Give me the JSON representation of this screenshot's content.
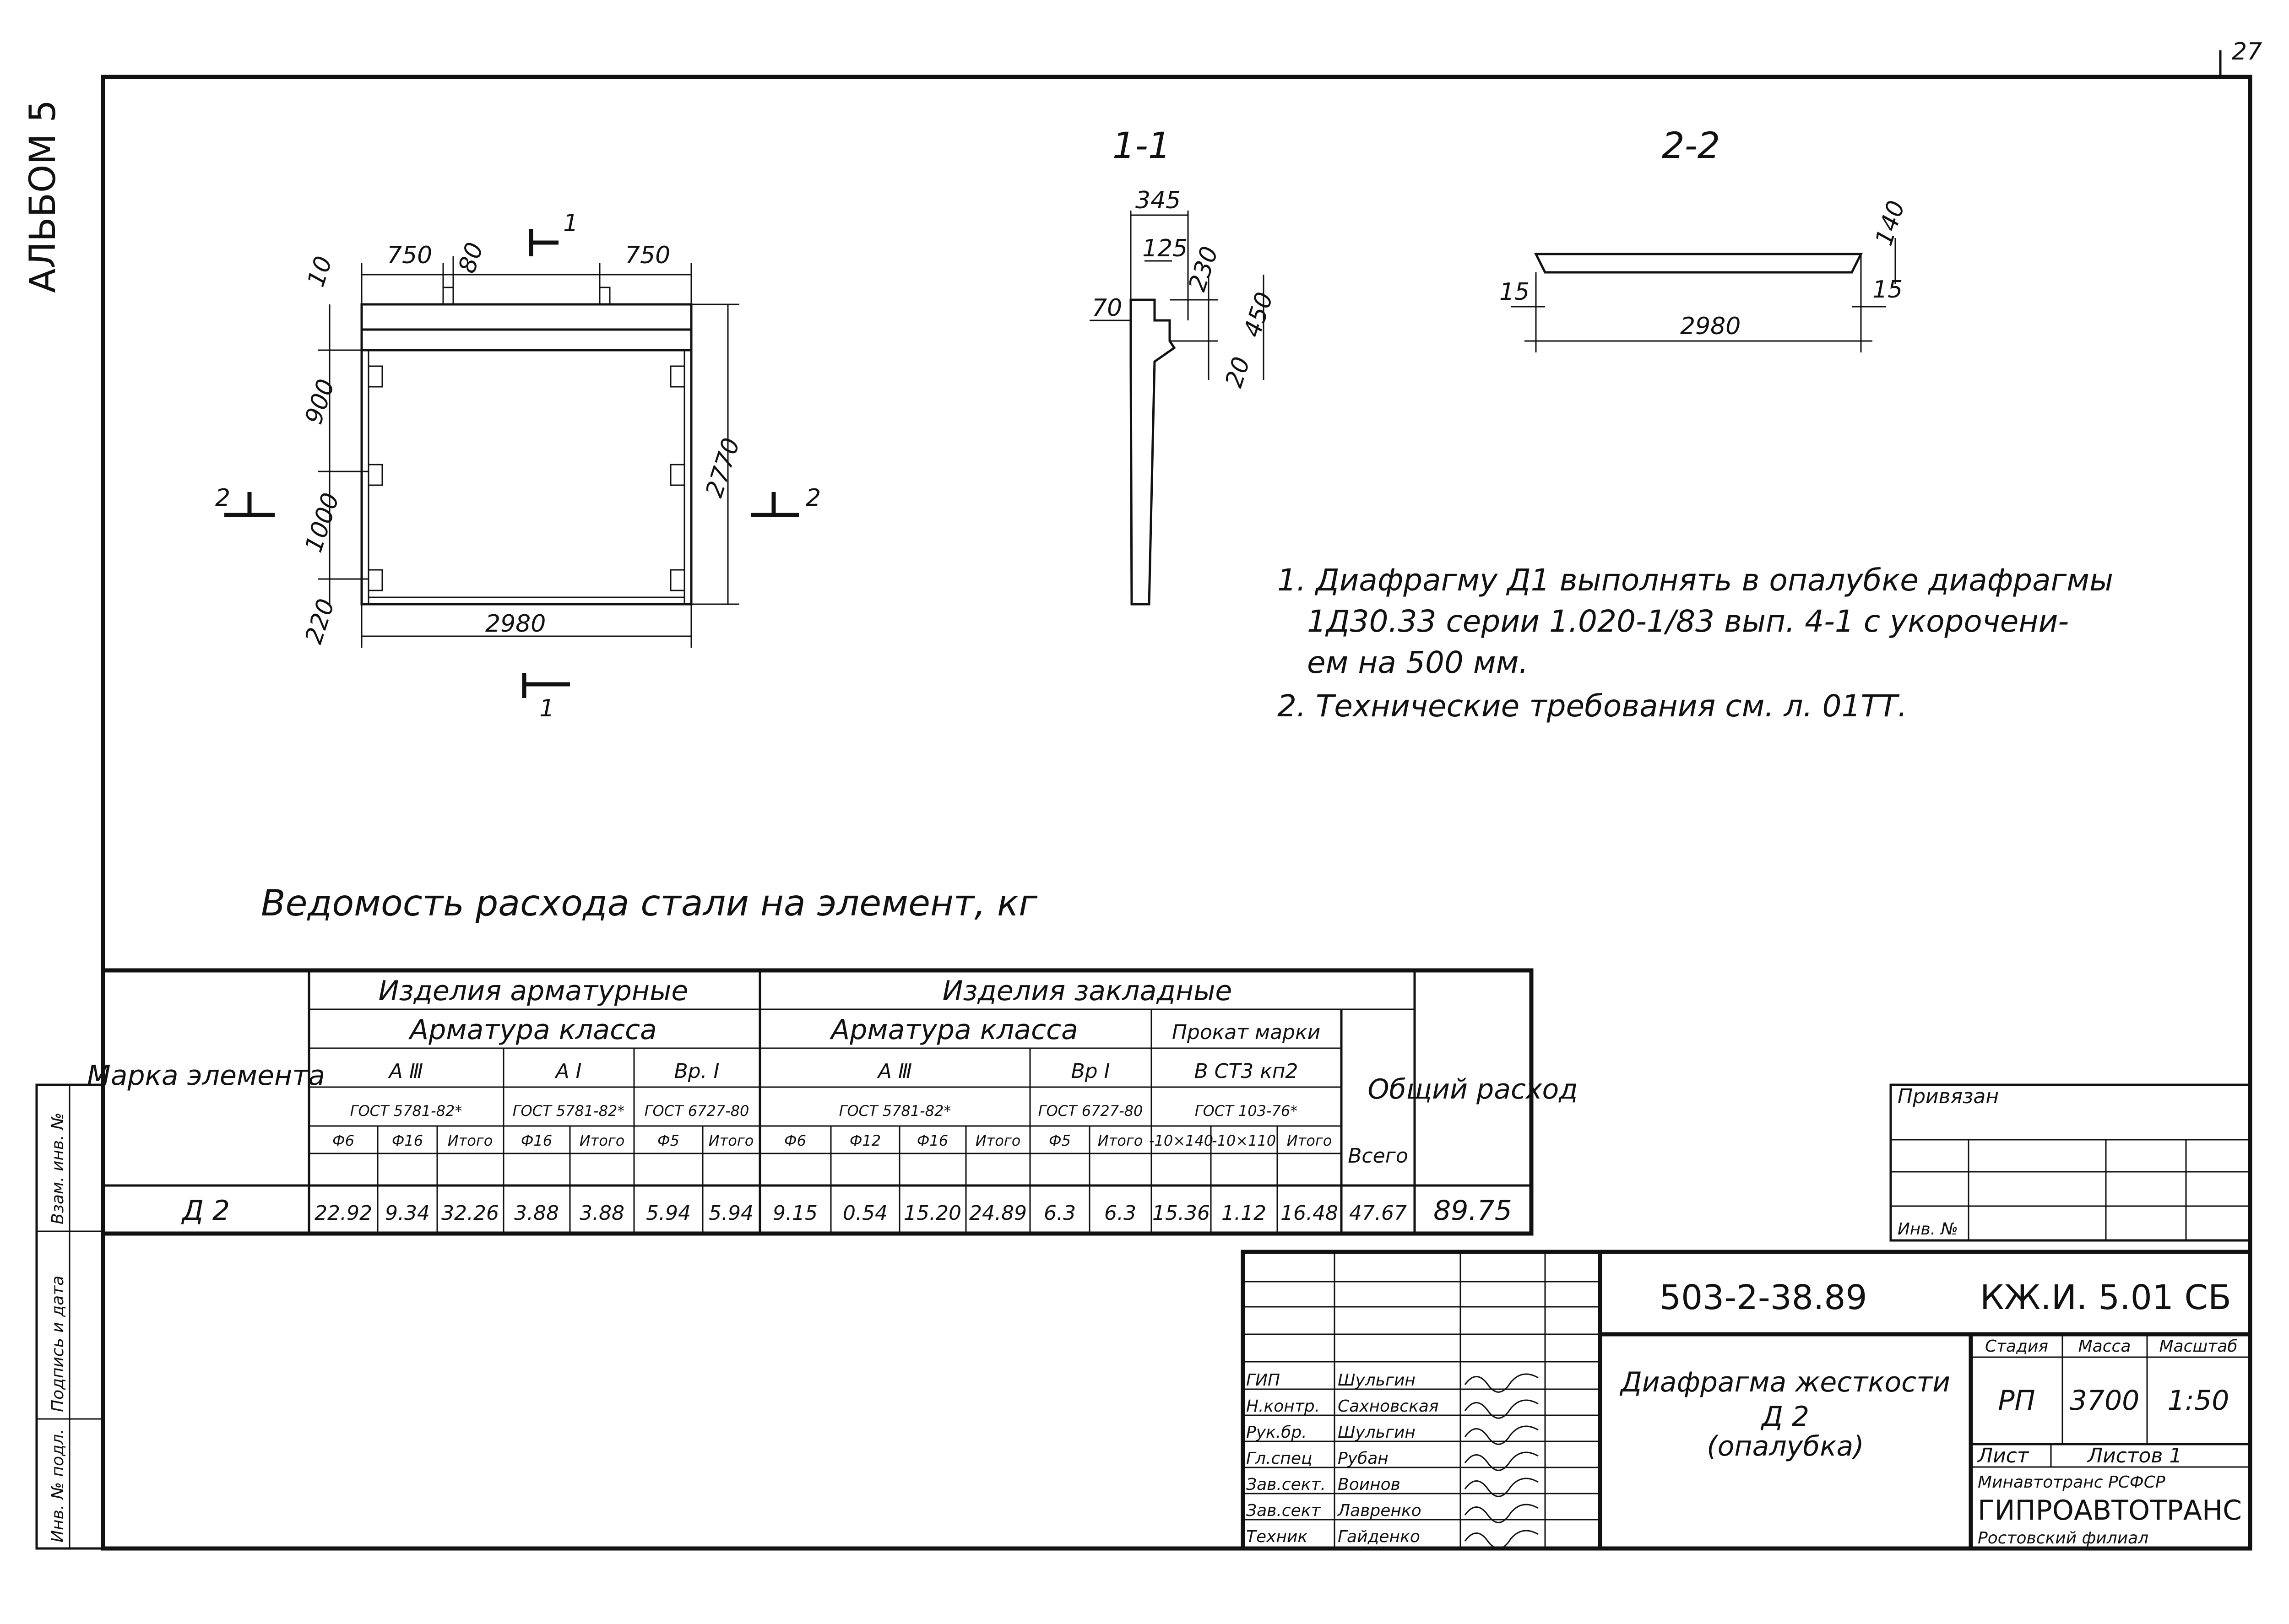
{
  "page": {
    "album": "АЛЬБОМ 5",
    "sheet_number": "27"
  },
  "drawings": {
    "elevation": {
      "dims": {
        "top_left": "750",
        "top_mid": "80",
        "top_right": "750",
        "top_edge": "10",
        "left_upper": "900",
        "left_middle": "1000",
        "left_lower": "220",
        "height": "2770",
        "bottom_width": "2980"
      },
      "cut_marks": {
        "section1_top": "1",
        "section1_bottom": "1",
        "section2_left": "2",
        "section2_right": "2"
      }
    },
    "section_1_1": {
      "title": "1-1",
      "dims": {
        "width": "345",
        "inner": "125",
        "v1": "230",
        "v2": "450",
        "bottom": "20",
        "left": "70"
      }
    },
    "section_2_2": {
      "title": "2-2",
      "dims": {
        "thickness": "140",
        "left_offset": "15",
        "right_offset": "15",
        "length": "2980"
      }
    }
  },
  "notes": {
    "line1": "1. Диафрагму Д1 выполнять в опалубке диафрагмы",
    "line2": "1Д30.33 серии 1.020-1/83 вып. 4-1 с укорочени-",
    "line3": "ем на 500 мм.",
    "line4": "2. Технические требования см. л. 01ТТ."
  },
  "table": {
    "title": "Ведомость расхода стали на элемент, кг",
    "header": {
      "mark": "Марка элемента",
      "group1": "Изделия арматурные",
      "group2": "Изделия закладные",
      "armature_class_1": "Арматура класса",
      "armature_class_2": "Арматура класса",
      "rolled": "Прокат марки",
      "rolled_grade": "В СТ3 кп2",
      "class_a3_1": "А Ⅲ",
      "class_a1": "А I",
      "class_bp1_1": "Вр. I",
      "class_a3_2": "А Ⅲ",
      "class_bp1_2": "Вр I",
      "std_1": "ГОСТ 5781-82*",
      "std_2": "ГОСТ 5781-82*",
      "std_3": "ГОСТ 6727-80",
      "std_4": "ГОСТ 5781-82*",
      "std_5": "ГОСТ 6727-80",
      "std_6": "ГОСТ 103-76*",
      "total": "Всего",
      "grand_total": "Общий расход"
    },
    "columns": [
      "Ф6",
      "Ф16",
      "Итого",
      "Ф16",
      "Итого",
      "Ф5",
      "Итого",
      "Ф6",
      "Ф12",
      "Ф16",
      "Итого",
      "Ф5",
      "Итого",
      "-10×140",
      "-10×110",
      "Итого",
      "Всего"
    ],
    "row": {
      "mark": "Д 2",
      "values": [
        "22.92",
        "9.34",
        "32.26",
        "3.88",
        "3.88",
        "5.94",
        "5.94",
        "9.15",
        "0.54",
        "15.20",
        "24.89",
        "6.3",
        "6.3",
        "15.36",
        "1.12",
        "16.48",
        "47.67"
      ],
      "grand_total": "89.75"
    }
  },
  "binding_block": {
    "title": "Привязан",
    "inv": "Инв. №"
  },
  "side_strip": {
    "inv_orig": "Инв. № подл.",
    "sign_date": "Подпись и дата",
    "replace_inv": "Взам. инв. №"
  },
  "title_block": {
    "code": "503-2-38.89",
    "sheet_code": "КЖ.И. 5.01 СБ",
    "name_line1": "Диафрагма жесткости",
    "name_line2": "Д 2",
    "name_line3": "(опалубка)",
    "stage_label": "Стадия",
    "mass_label": "Масса",
    "scale_label": "Масштаб",
    "stage": "РП",
    "mass": "3700",
    "scale": "1:50",
    "sheet_label": "Лист",
    "sheets_label": "Листов 1",
    "ministry": "Минавтотранс РСФСР",
    "org": "ГИПРОАВТОТРАНС",
    "branch": "Ростовский филиал",
    "people": [
      {
        "role": "ГИП",
        "name": "Шульгин"
      },
      {
        "role": "Н.контр.",
        "name": "Сахновская"
      },
      {
        "role": "Рук.бр.",
        "name": "Шульгин"
      },
      {
        "role": "Гл.спец",
        "name": "Рубан"
      },
      {
        "role": "Зав.сект.",
        "name": "Воинов"
      },
      {
        "role": "Зав.сект",
        "name": "Лавренко"
      },
      {
        "role": "Техник",
        "name": "Гайденко"
      }
    ]
  }
}
